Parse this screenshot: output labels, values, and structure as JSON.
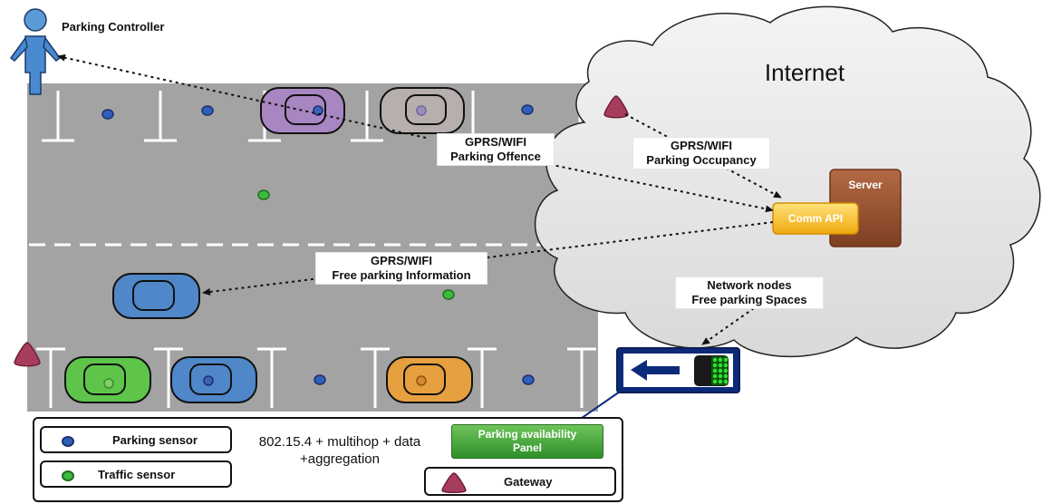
{
  "actor": {
    "label": "Parking Controller"
  },
  "cloud": {
    "label": "Internet"
  },
  "server": {
    "label": "Server"
  },
  "comm_api": {
    "label": "Comm API"
  },
  "links": {
    "offence": {
      "line1": "GPRS/WIFI",
      "line2": "Parking Offence"
    },
    "occupancy": {
      "line1": "GPRS/WIFI",
      "line2": "Parking Occupancy"
    },
    "free_info": {
      "line1": "GPRS/WIFI",
      "line2": "Free parking Information"
    },
    "network": {
      "line1": "Network nodes",
      "line2": "Free parking Spaces"
    }
  },
  "legend": {
    "parking_sensor": "Parking sensor",
    "traffic_sensor": "Traffic sensor",
    "protocol_line1": "802.15.4 + multihop + data",
    "protocol_line2": "+aggregation",
    "panel_line1": "Parking availability",
    "panel_line2": "Panel",
    "gateway": "Gateway"
  },
  "colors": {
    "lot": "#a3a3a3",
    "parking_sensor": "#2f5fb8",
    "traffic_sensor": "#3cbb3c",
    "car_purple": "#a886c2",
    "car_gray": "#b7aeae",
    "car_blue": "#4f87c9",
    "car_green": "#5ec44a",
    "car_orange": "#e6a040",
    "gateway": "#a63d5c",
    "server": "#9a5637",
    "comm_api": "#f2b322",
    "panel_border": "#0c2a7a"
  }
}
